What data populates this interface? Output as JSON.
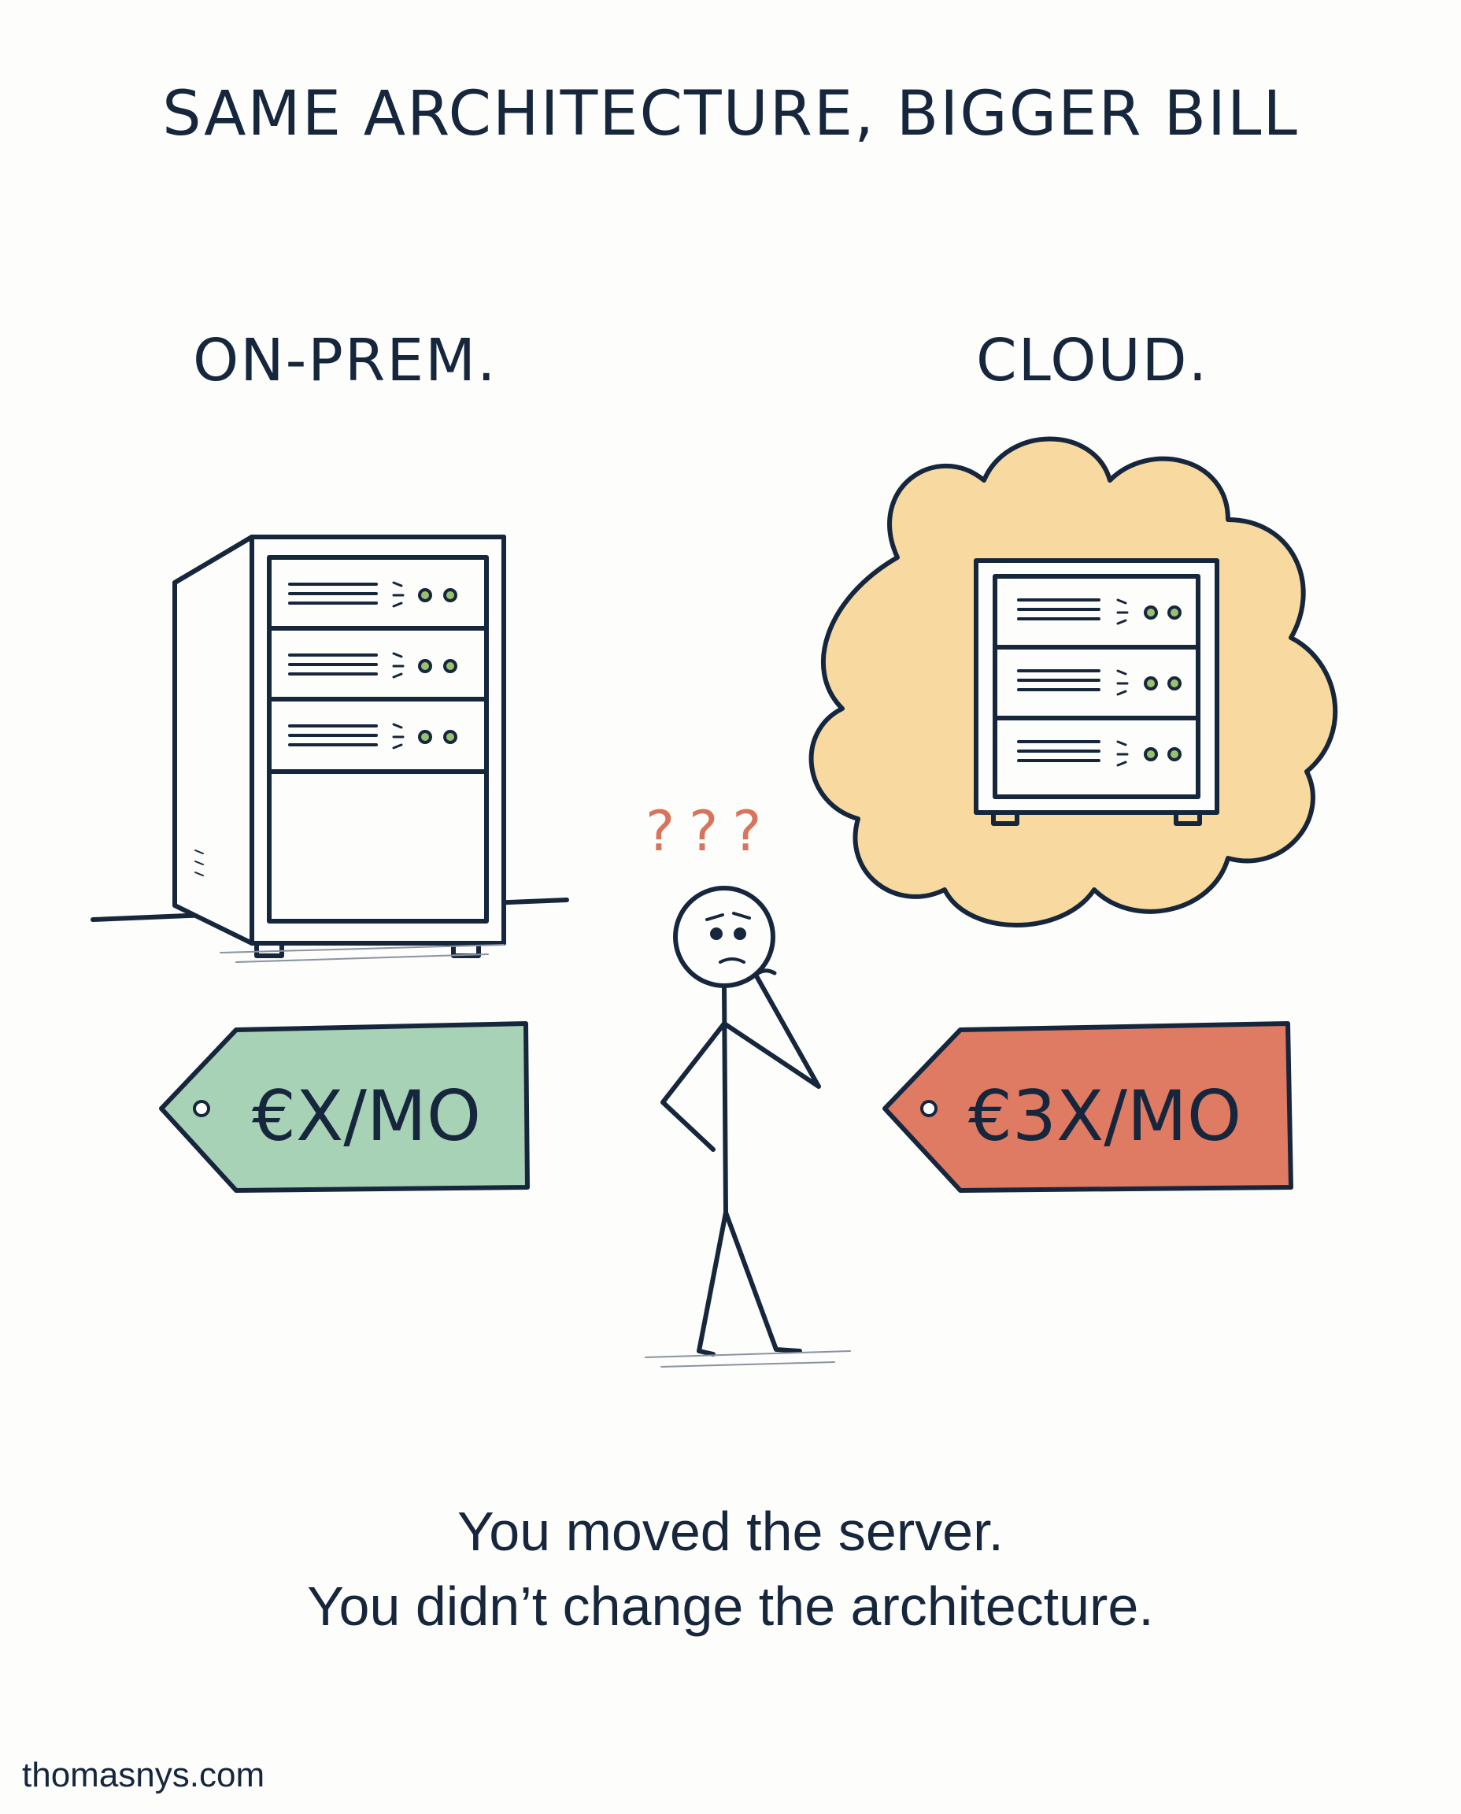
{
  "title": "SAME ARCHITECTURE, BIGGER BILL",
  "labels": {
    "on_prem": "ON-PREM.",
    "cloud": "CLOUD."
  },
  "price_tags": {
    "on_prem": "€X/MO",
    "cloud": "€3X/MO"
  },
  "question_marks": "???",
  "caption": {
    "line1": "You moved the server.",
    "line2": "You didn’t change the architecture."
  },
  "footer": "thomasnys.com",
  "colors": {
    "ink": "#16273d",
    "green_tag": "#a8d2b5",
    "red_tag": "#df7a63",
    "cloud_fill": "#f8d9a0",
    "question": "#d9745c",
    "led": "#9bc06f"
  }
}
